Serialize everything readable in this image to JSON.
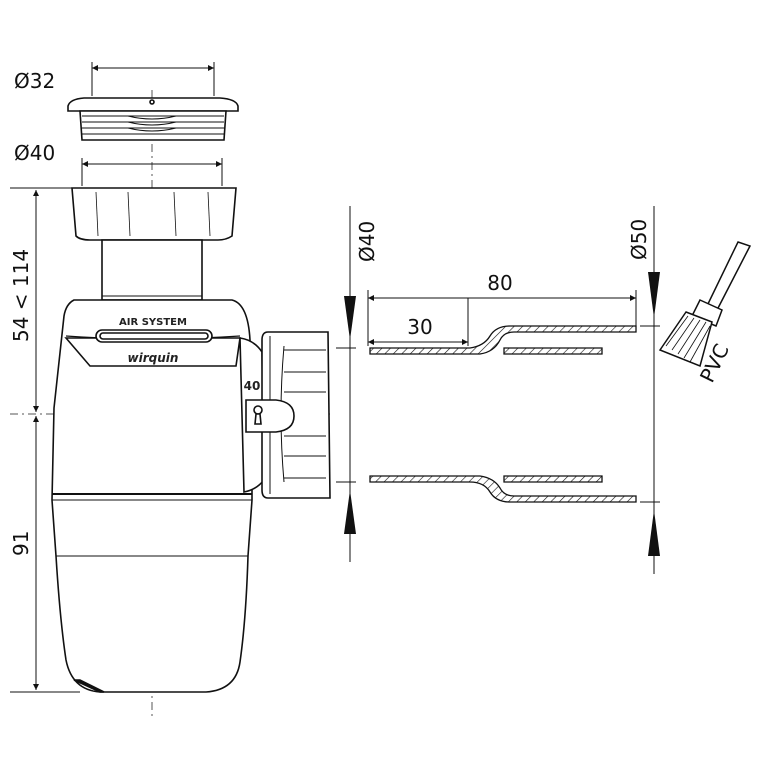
{
  "dimensions": {
    "top_diameter": "Ø32",
    "collar_diameter": "Ø40",
    "height_adjustable": "54 < 114",
    "height_lower": "91",
    "pipe_inlet_diameter": "Ø40",
    "pipe_outlet_diameter": "Ø50",
    "pipe_length_total": "80",
    "pipe_length_step": "30"
  },
  "labels": {
    "brand_system": "AIR SYSTEM",
    "brand_name": "wirquin",
    "outlet_marking": "40",
    "material": "PVC"
  },
  "icons": {
    "glue_brush": "brush-icon"
  },
  "colors": {
    "line": "#111111",
    "body_fill": "#ffffff",
    "hatch": "#111111"
  }
}
